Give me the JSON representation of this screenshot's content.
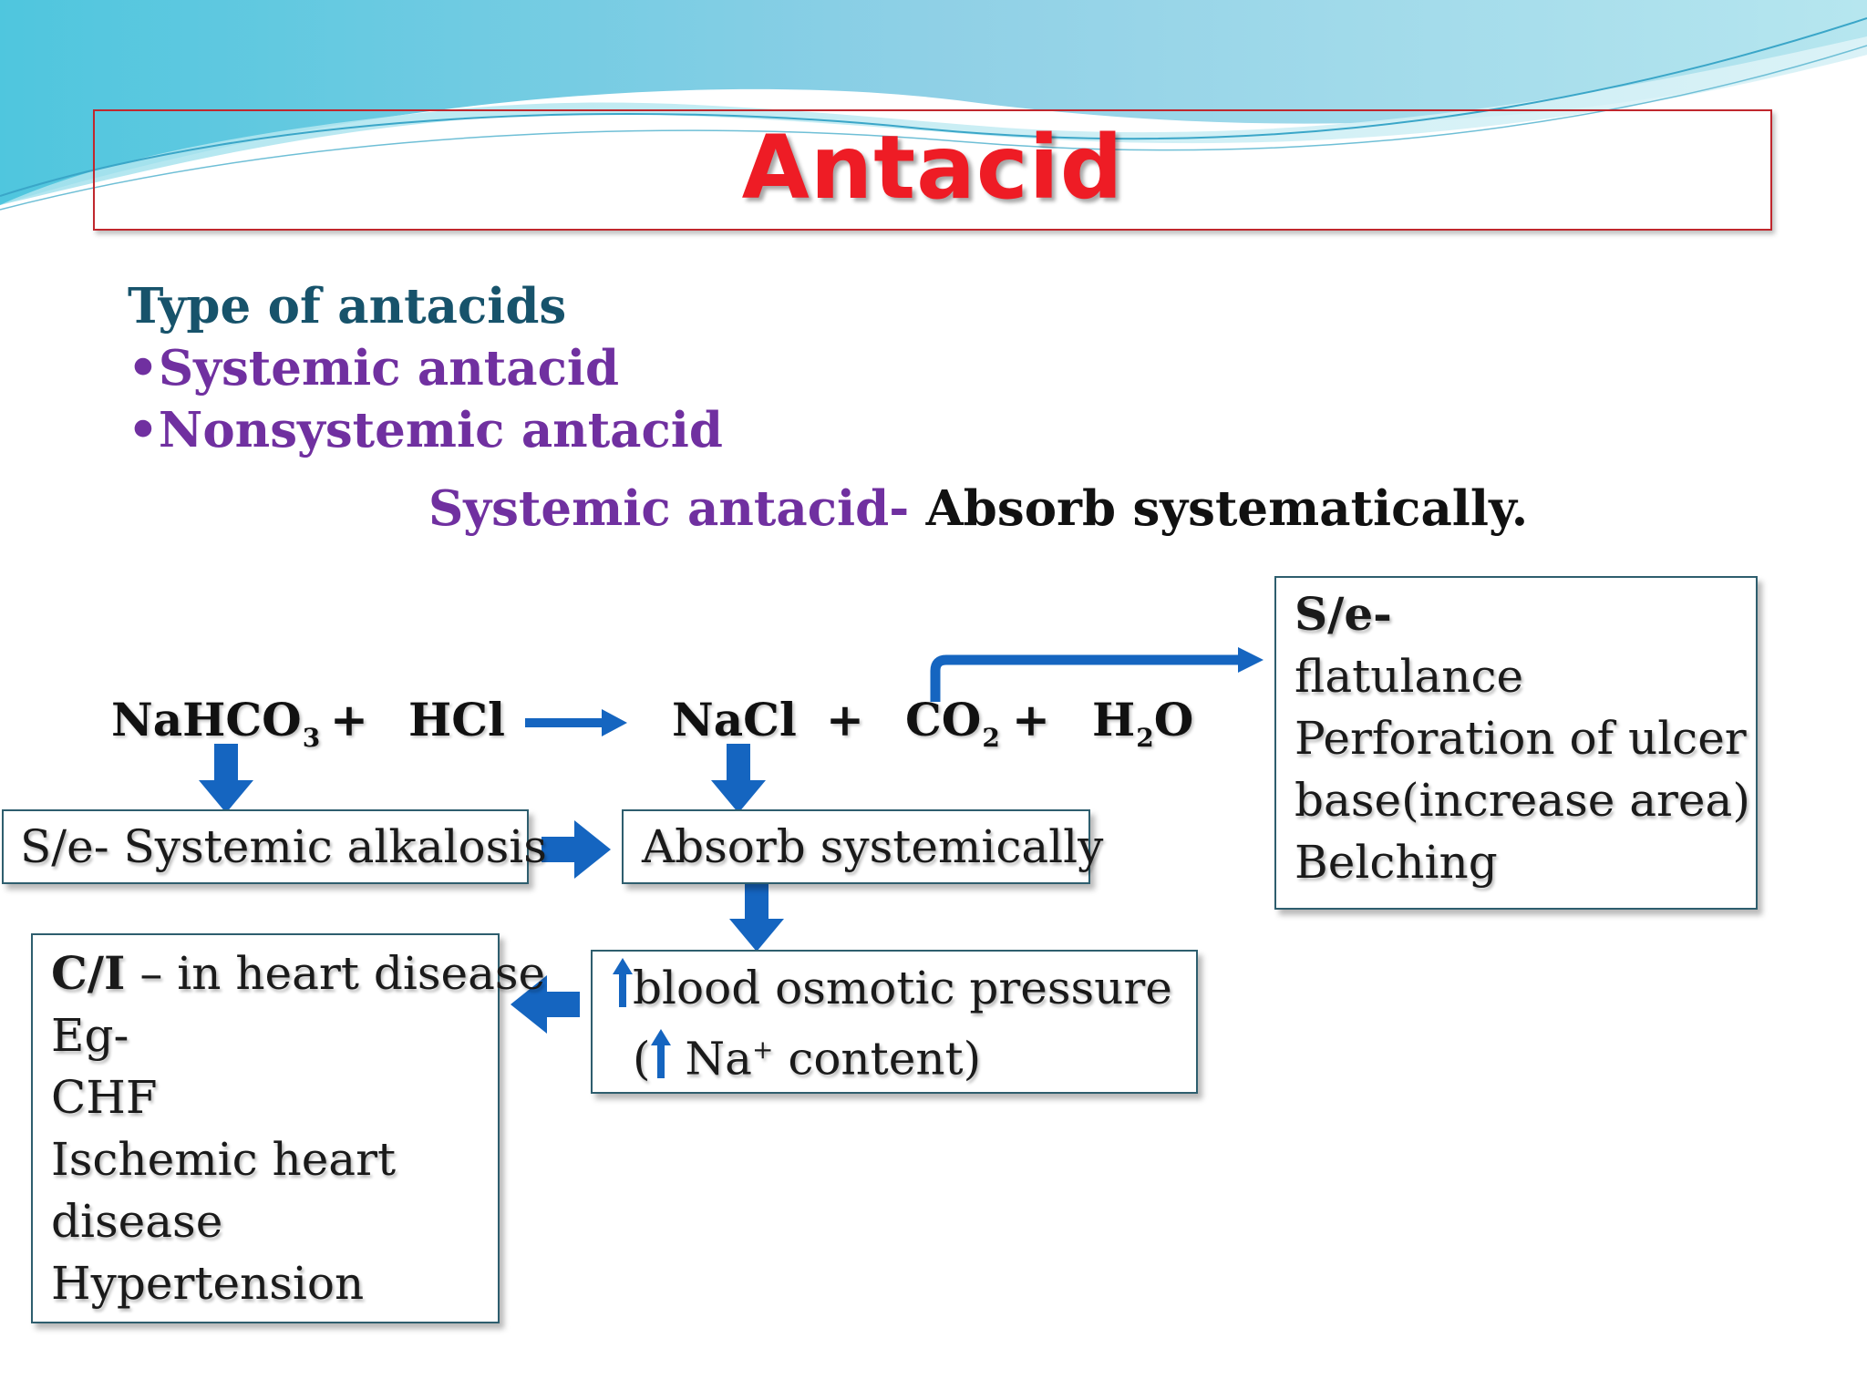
{
  "slide": {
    "title": "Antacid",
    "types_heading": "Type of antacids",
    "types": [
      "•Systemic antacid",
      "•Nonsystemic antacid"
    ],
    "definition_term": "Systemic antacid-",
    "definition_text": " Absorb systematically."
  },
  "equation": {
    "reactant1": "NaHCO",
    "reactant1_sub": "3",
    "plus1": "+",
    "reactant2": "HCl",
    "product1": "NaCl",
    "plus2": "+",
    "product2": "CO",
    "product2_sub": "2",
    "plus3": "+",
    "product3_a": "H",
    "product3_sub": "2",
    "product3_b": "O"
  },
  "boxes": {
    "alkalosis": "S/e- Systemic  alkalosis",
    "absorb": "Absorb systemically",
    "osmotic_line1": "blood osmotic pressure",
    "osmotic_line2_open": "(",
    "osmotic_line2_na": " Na",
    "osmotic_line2_sup": "+",
    "osmotic_line2_rest": " content)",
    "ci_bold": "C/I",
    "ci_rest": " – in heart disease",
    "ci_lines": [
      "Eg-",
      "CHF",
      "Ischemic heart",
      "disease",
      "Hypertension"
    ],
    "se_heading": "S/e-",
    "se_lines": [
      "flatulance",
      "Perforation of ulcer",
      "base(increase area)",
      "Belching"
    ]
  },
  "colors": {
    "title_red": "#ee1c25",
    "heading_teal": "#17536b",
    "bullet_purple": "#7030a0",
    "arrow_blue": "#1565c0"
  }
}
